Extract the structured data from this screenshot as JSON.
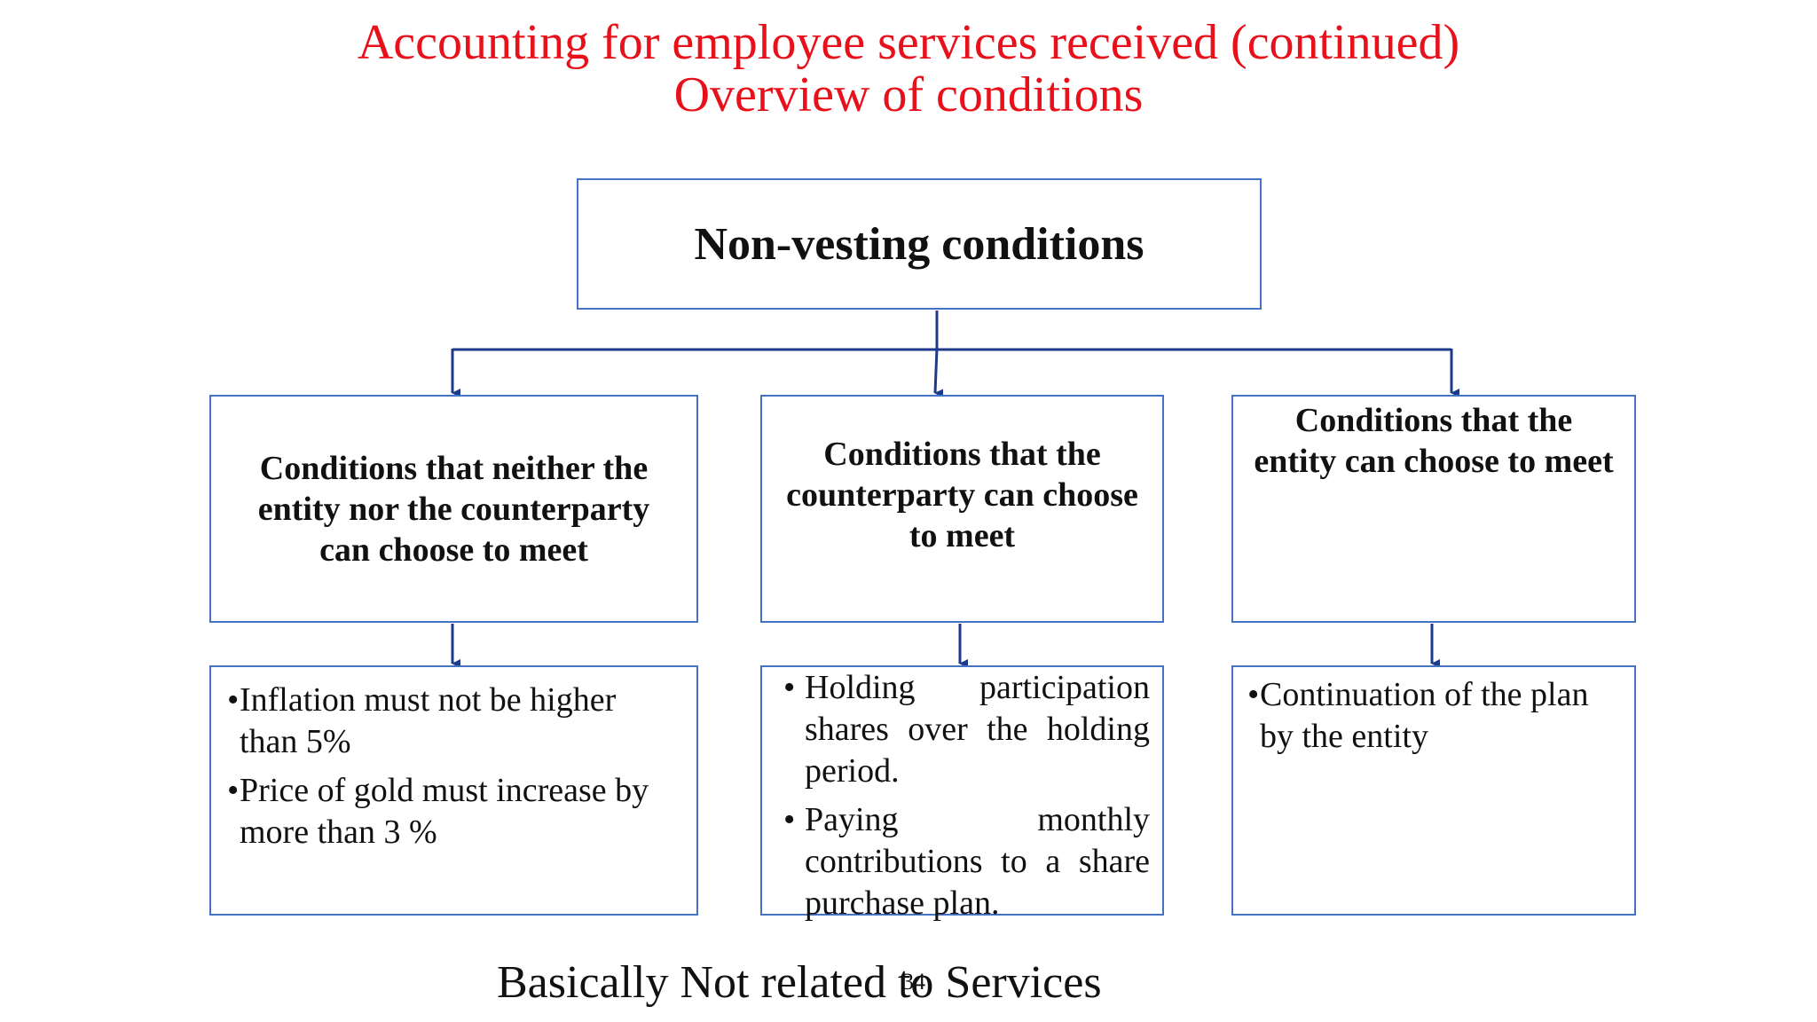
{
  "slide": {
    "title_line1": "Accounting for employee services received (continued)",
    "title_line2": "Overview of conditions",
    "title_color": "#e8101a",
    "border_color": "#4472c4",
    "connector_color": "#1f3a8a"
  },
  "diagram": {
    "root": {
      "label": "Non-vesting conditions"
    },
    "categories": [
      {
        "label": "Conditions that neither the entity nor the counterparty can choose to meet",
        "examples": [
          "Inflation must not be higher than 5%",
          "Price of gold must increase by more than 3 %"
        ]
      },
      {
        "label": "Conditions that the counterparty can choose to meet",
        "examples": [
          "Holding participation shares over the holding period.",
          "Paying monthly contributions to a share purchase plan."
        ]
      },
      {
        "label": "Conditions that the entity can choose to meet",
        "examples": [
          "Continuation of the plan by the entity"
        ]
      }
    ],
    "bullet": "•"
  },
  "footer": {
    "text": "Basically Not related to Services",
    "page_number": "34"
  }
}
